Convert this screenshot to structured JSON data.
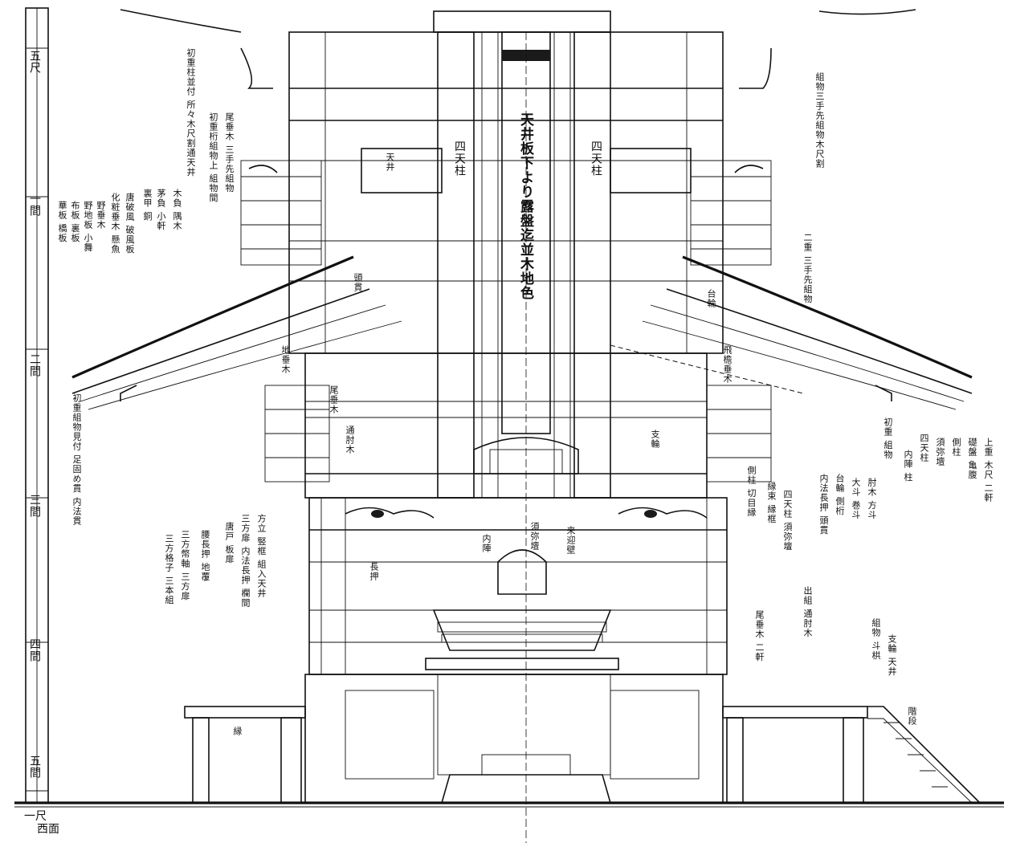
{
  "scale_bar": {
    "marks": [
      "五尺",
      "一間",
      "二間",
      "三間",
      "四間",
      "五間"
    ],
    "bottom_label": "一尺",
    "corner_label": "西面"
  },
  "central_post": {
    "label": "天井板下より露盤迄並木地色",
    "band_label": ""
  },
  "left_notes": [
    "初重柱並付 所々木尺割通天井",
    "初重桁組物上 組物間",
    "尾垂木 三手先組物",
    "木負 隅木",
    "茅負 小軒",
    "裏甲 銅",
    "唐破風 破風板",
    "化粧垂木 懸魚",
    "野垂木",
    "野地板 小舞",
    "布板 裏板",
    "華板 橋板",
    "初重組物見付 足固め貫 内法貫",
    "三方扉 内法長押 欄間",
    "方立 竪框 組入天井",
    "唐戸 板扉",
    "腰長押 地覆",
    "三方幣軸 三方扉",
    "三方格子 三本組"
  ],
  "right_notes": [
    "組物三手先組物木尺割",
    "二重 三手先組物",
    "初重 組物",
    "内陣 柱",
    "四天柱",
    "須弥壇",
    "側柱",
    "礎盤 亀腹",
    "上重 木尺 二軒",
    "側柱 切目縁",
    "縁束 縁框",
    "四天柱 須弥壇",
    "内法長押 頭貫",
    "台輪 側桁",
    "大斗 巻斗",
    "肘木 方斗",
    "尾垂木 二軒",
    "出組 通肘木",
    "組物 斗栱",
    "支輪 天井"
  ],
  "interior_labels": [
    "四天柱",
    "四天柱",
    "須弥壇",
    "内陣",
    "来迎壁",
    "天井",
    "縁",
    "階段",
    "頭貫",
    "台輪",
    "尾垂木",
    "地垂木",
    "飛檐垂木",
    "通肘木",
    "支輪",
    "長押"
  ]
}
